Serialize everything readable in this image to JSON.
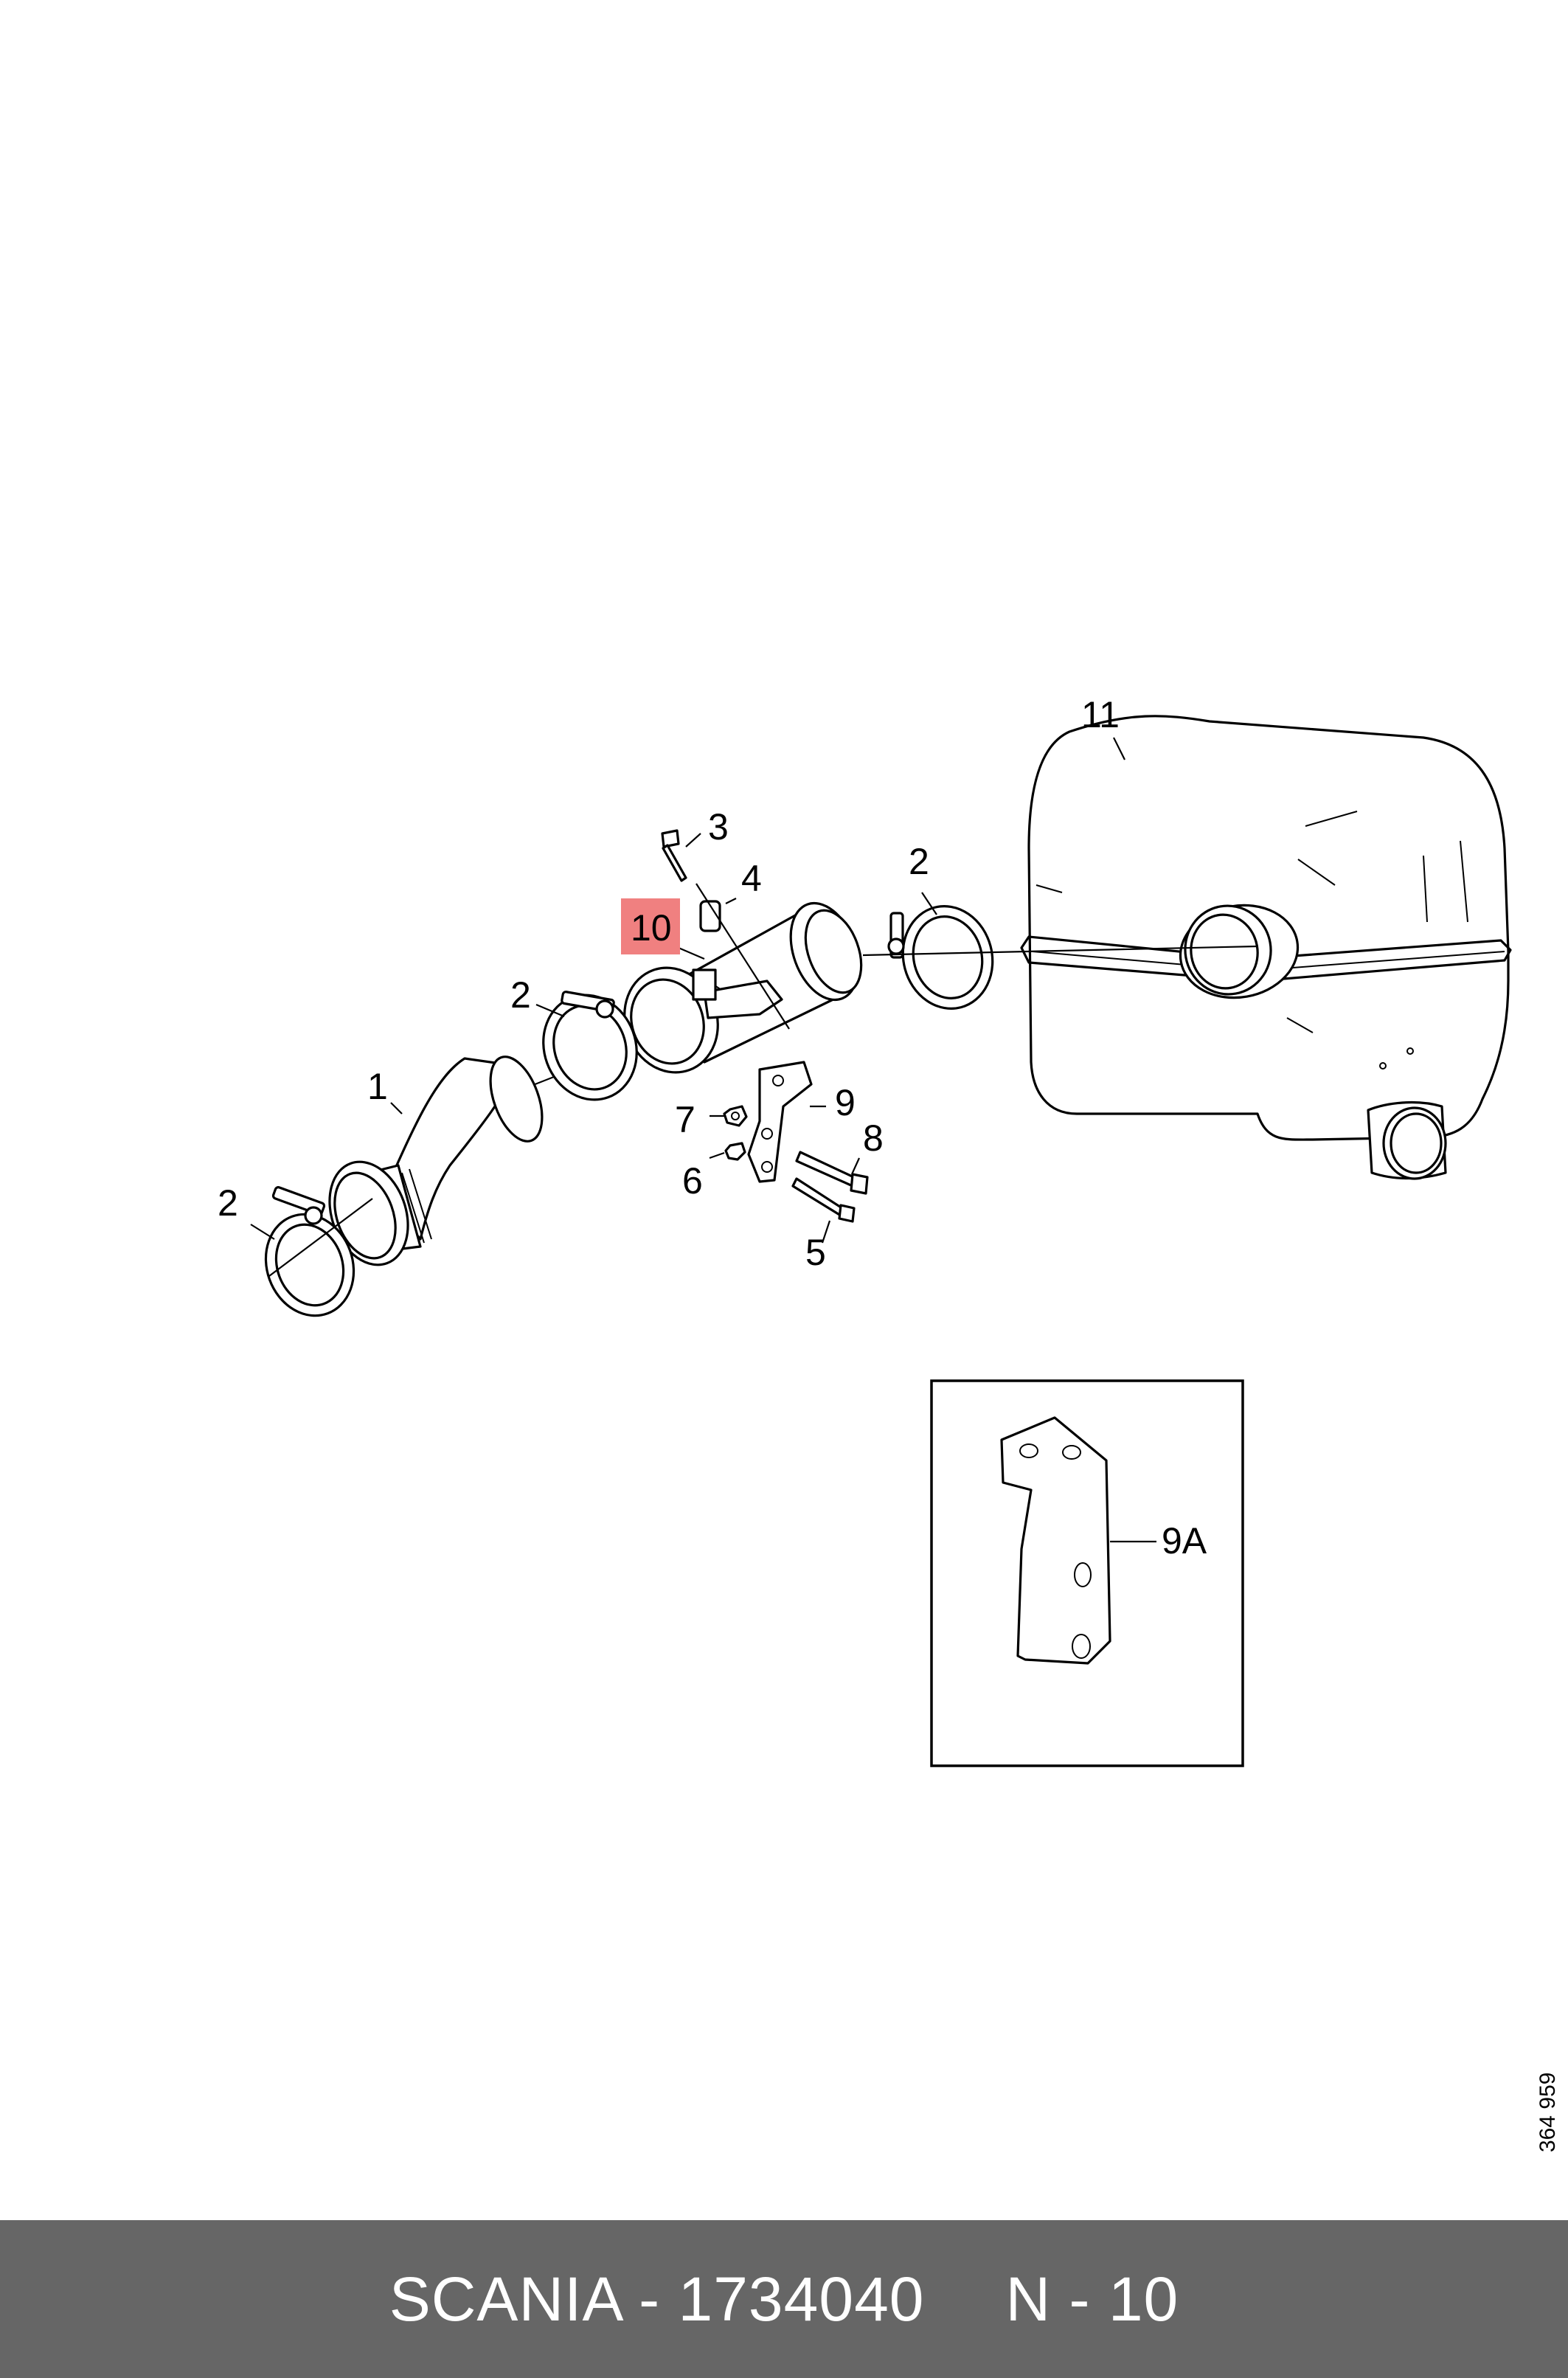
{
  "diagram": {
    "callouts": {
      "c1": "1",
      "c2a": "2",
      "c2b": "2",
      "c2c": "2",
      "c3": "3",
      "c4": "4",
      "c5": "5",
      "c6": "6",
      "c7": "7",
      "c8": "8",
      "c9": "9",
      "c9a": "9A",
      "c10": "10",
      "c11": "11"
    },
    "highlight_color": "#f08080",
    "drawing_number": "364 959"
  },
  "footer": {
    "brand_part": "SCANIA - 1734040",
    "ref": "N - 10",
    "background": "#666666"
  }
}
